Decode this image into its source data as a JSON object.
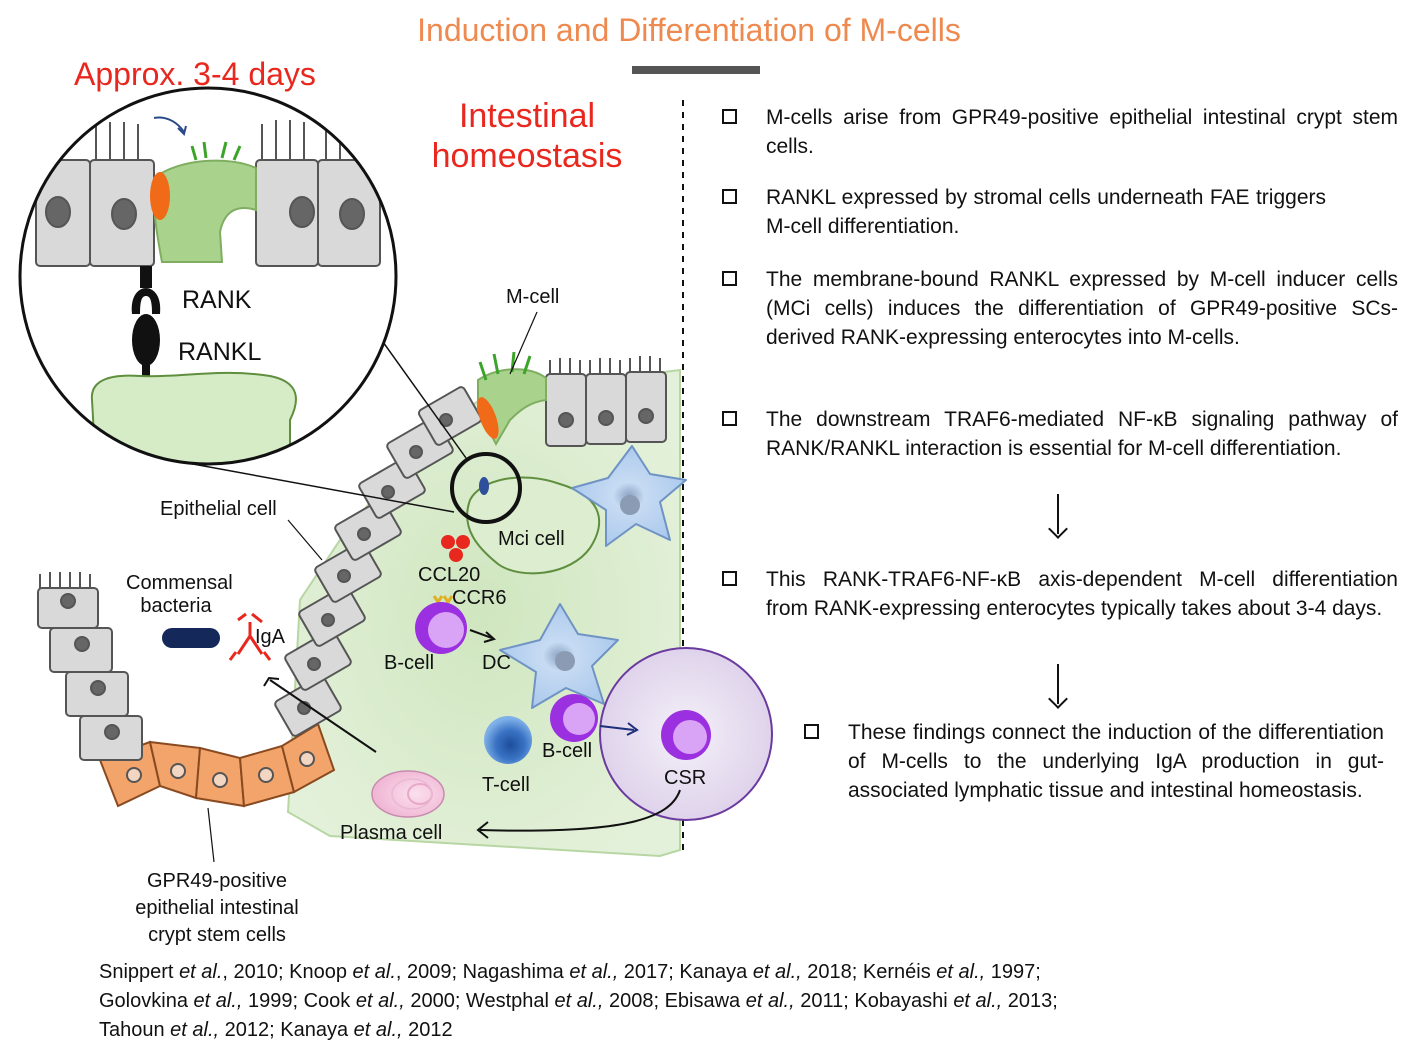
{
  "title": "Induction and Differentiation of M-cells",
  "timing_label": "Approx. 3-4 days",
  "homeostasis_label": [
    "Intestinal",
    "homeostasis"
  ],
  "diagram_labels": {
    "rank": "RANK",
    "rankl": "RANKL",
    "m_cell": "M-cell",
    "epithelial_cell": "Epithelial cell",
    "mci_cell": "Mci cell",
    "ccl20": "CCL20",
    "ccr6": "CCR6",
    "commensal_bacteria": [
      "Commensal",
      "bacteria"
    ],
    "iga": "IgA",
    "b_cell": "B-cell",
    "dc": "DC",
    "t_cell": "T-cell",
    "b_cell_2": "B-cell",
    "csr": "CSR",
    "plasma_cell": "Plasma cell",
    "stem_cells": [
      "GPR49-positive",
      "epithelial intestinal",
      "crypt stem cells"
    ]
  },
  "bullets": [
    "M-cells arise from GPR49-positive epithelial intestinal crypt stem cells.",
    "RANKL expressed by stromal cells underneath FAE triggers M-cell differentiation.",
    "The membrane-bound RANKL expressed by M-cell inducer cells (MCi cells) induces the differentiation of GPR49-positive SCs-derived RANK-expressing enterocytes into M-cells.",
    "The downstream TRAF6-mediated NF-κB signaling pathway of RANK/RANKL interaction is essential for M-cell differentiation.",
    "This RANK-TRAF6-NF-κB axis-dependent M-cell differentiation from RANK-expressing enterocytes typically takes about 3-4 days.",
    "These findings connect the induction of the differentiation of M-cells to the underlying IgA production in gut-associated lymphatic tissue and intestinal homeostasis."
  ],
  "references": [
    [
      {
        "a": "Snippert "
      },
      {
        "i": "et al."
      },
      {
        "a": ", 2010; Knoop "
      },
      {
        "i": "et al."
      },
      {
        "a": ", 2009; Nagashima "
      },
      {
        "i": "et al.,"
      },
      {
        "a": " 2017; Kanaya "
      },
      {
        "i": "et al.,"
      },
      {
        "a": " 2018; Kernéis "
      },
      {
        "i": "et al.,"
      },
      {
        "a": " 1997;"
      }
    ],
    [
      {
        "a": "Golovkina "
      },
      {
        "i": "et al.,"
      },
      {
        "a": " 1999; Cook "
      },
      {
        "i": "et al.,"
      },
      {
        "a": " 2000; Westphal "
      },
      {
        "i": "et al.,"
      },
      {
        "a": " 2008; Ebisawa "
      },
      {
        "i": "et al.,"
      },
      {
        "a": " 2011; Kobayashi "
      },
      {
        "i": "et al.,"
      },
      {
        "a": " 2013;"
      }
    ],
    [
      {
        "a": "Tahoun "
      },
      {
        "i": "et al.,"
      },
      {
        "a": " 2012; Kanaya "
      },
      {
        "i": "et al.,"
      },
      {
        "a": " 2012"
      }
    ]
  ],
  "colors": {
    "title": "#ee8a4f",
    "highlight_red": "#e8281e",
    "tissue_green": "#dcedd0",
    "m_cell_green": "#a9d38c",
    "epithelial_gray": "#d9d9d9",
    "stem_orange": "#f2a46b",
    "b_cell_purple": "#9b30e0",
    "dc_blue": "#b8d3f0",
    "csr_lavender": "#e6ddef"
  }
}
